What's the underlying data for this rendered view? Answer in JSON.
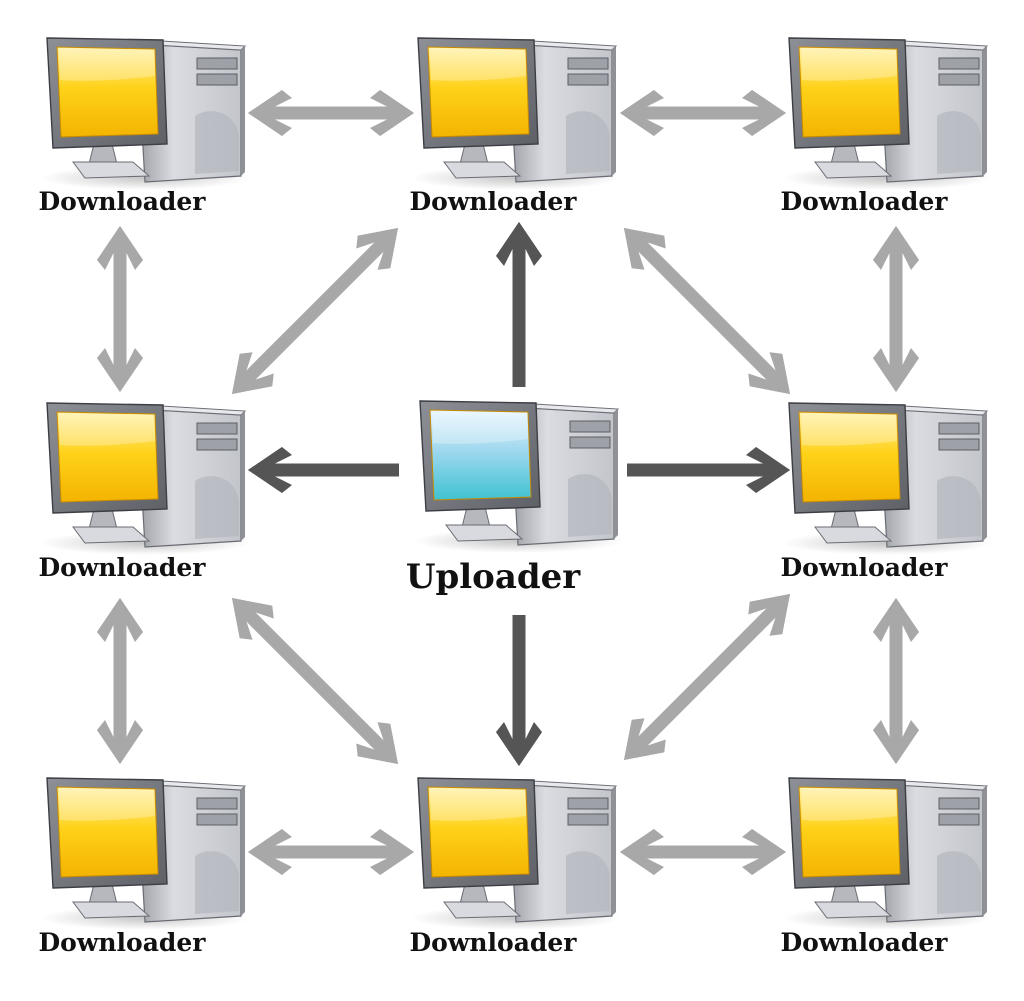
{
  "colors": {
    "peer_arrow": "#a8a8a8",
    "upload_arrow": "#555555",
    "downloader_screen": "#f5c400",
    "uploader_screen": "#4cc7d8",
    "tower": "#c4c6cc",
    "background": "#ffffff"
  },
  "nodes": [
    {
      "id": "d-top-left",
      "role": "downloader",
      "label": "Downloader",
      "icon": "computer-icon"
    },
    {
      "id": "d-top-center",
      "role": "downloader",
      "label": "Downloader",
      "icon": "computer-icon"
    },
    {
      "id": "d-top-right",
      "role": "downloader",
      "label": "Downloader",
      "icon": "computer-icon"
    },
    {
      "id": "d-mid-left",
      "role": "downloader",
      "label": "Downloader",
      "icon": "computer-icon"
    },
    {
      "id": "uploader",
      "role": "uploader",
      "label": "Uploader",
      "icon": "computer-icon"
    },
    {
      "id": "d-mid-right",
      "role": "downloader",
      "label": "Downloader",
      "icon": "computer-icon"
    },
    {
      "id": "d-bottom-left",
      "role": "downloader",
      "label": "Downloader",
      "icon": "computer-icon"
    },
    {
      "id": "d-bottom-center",
      "role": "downloader",
      "label": "Downloader",
      "icon": "computer-icon"
    },
    {
      "id": "d-bottom-right",
      "role": "downloader",
      "label": "Downloader",
      "icon": "computer-icon"
    }
  ],
  "edges": [
    {
      "from": "d-top-left",
      "to": "d-top-center",
      "kind": "peer-exchange",
      "direction": "both"
    },
    {
      "from": "d-top-center",
      "to": "d-top-right",
      "kind": "peer-exchange",
      "direction": "both"
    },
    {
      "from": "d-top-left",
      "to": "d-mid-left",
      "kind": "peer-exchange",
      "direction": "both"
    },
    {
      "from": "d-top-right",
      "to": "d-mid-right",
      "kind": "peer-exchange",
      "direction": "both"
    },
    {
      "from": "d-top-center",
      "to": "d-mid-left",
      "kind": "peer-exchange",
      "direction": "both"
    },
    {
      "from": "d-top-center",
      "to": "d-mid-right",
      "kind": "peer-exchange",
      "direction": "both"
    },
    {
      "from": "d-mid-left",
      "to": "d-bottom-center",
      "kind": "peer-exchange",
      "direction": "both"
    },
    {
      "from": "d-mid-right",
      "to": "d-bottom-center",
      "kind": "peer-exchange",
      "direction": "both"
    },
    {
      "from": "d-mid-left",
      "to": "d-bottom-left",
      "kind": "peer-exchange",
      "direction": "both"
    },
    {
      "from": "d-mid-right",
      "to": "d-bottom-right",
      "kind": "peer-exchange",
      "direction": "both"
    },
    {
      "from": "d-bottom-left",
      "to": "d-bottom-center",
      "kind": "peer-exchange",
      "direction": "both"
    },
    {
      "from": "d-bottom-center",
      "to": "d-bottom-right",
      "kind": "peer-exchange",
      "direction": "both"
    },
    {
      "from": "uploader",
      "to": "d-top-center",
      "kind": "upload",
      "direction": "forward"
    },
    {
      "from": "uploader",
      "to": "d-mid-left",
      "kind": "upload",
      "direction": "forward"
    },
    {
      "from": "uploader",
      "to": "d-mid-right",
      "kind": "upload",
      "direction": "forward"
    },
    {
      "from": "uploader",
      "to": "d-bottom-center",
      "kind": "upload",
      "direction": "forward"
    }
  ]
}
